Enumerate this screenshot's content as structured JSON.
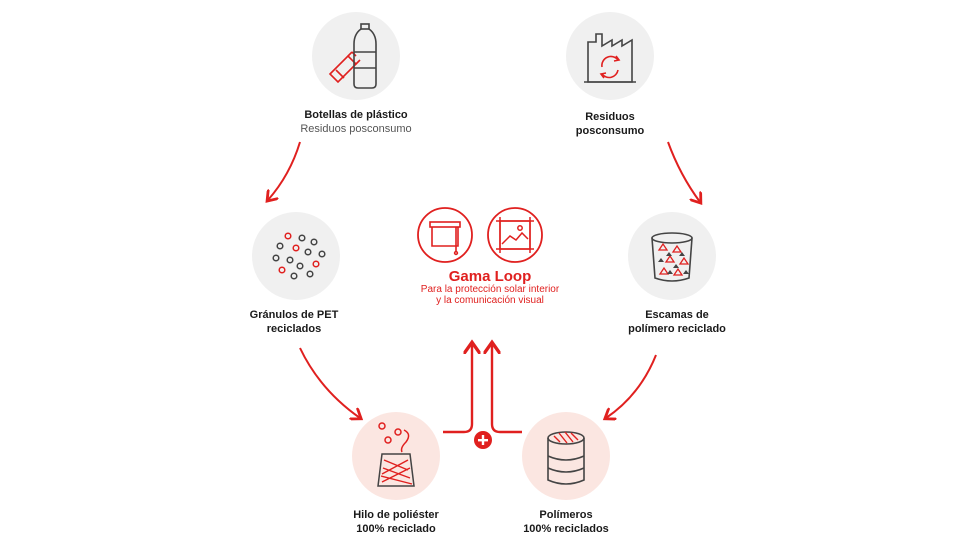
{
  "colors": {
    "accent": "#e0201f",
    "circle_gray": "#f0f0f0",
    "circle_pink": "#fbe6e1",
    "icon_gray": "#444444"
  },
  "nodes": {
    "bottles": {
      "title": "Botellas de plástico",
      "subtitle": "Residuos posconsumo",
      "icon": "plastic-bottles-icon"
    },
    "waste": {
      "title_line1": "Residuos",
      "title_line2": "posconsumo",
      "icon": "factory-recycle-icon"
    },
    "pellets": {
      "title_line1": "Gránulos de PET",
      "title_line2": "reciclados",
      "icon": "pet-pellets-icon"
    },
    "flakes": {
      "title_line1": "Escamas de",
      "title_line2": "polímero reciclado",
      "icon": "polymer-flakes-icon"
    },
    "yarn": {
      "title_line1": "Hilo de poliéster",
      "title_line2": "100% reciclado",
      "icon": "yarn-spool-icon"
    },
    "polymers": {
      "title_line1": "Polímeros",
      "title_line2": "100% reciclados",
      "icon": "polymer-barrel-icon"
    }
  },
  "center": {
    "title": "Gama Loop",
    "subtitle_line1": "Para la protección solar interior",
    "subtitle_line2": "y la comunicación visual",
    "icons": [
      "roller-blind-icon",
      "framed-image-icon"
    ]
  },
  "plus_symbol": "+"
}
